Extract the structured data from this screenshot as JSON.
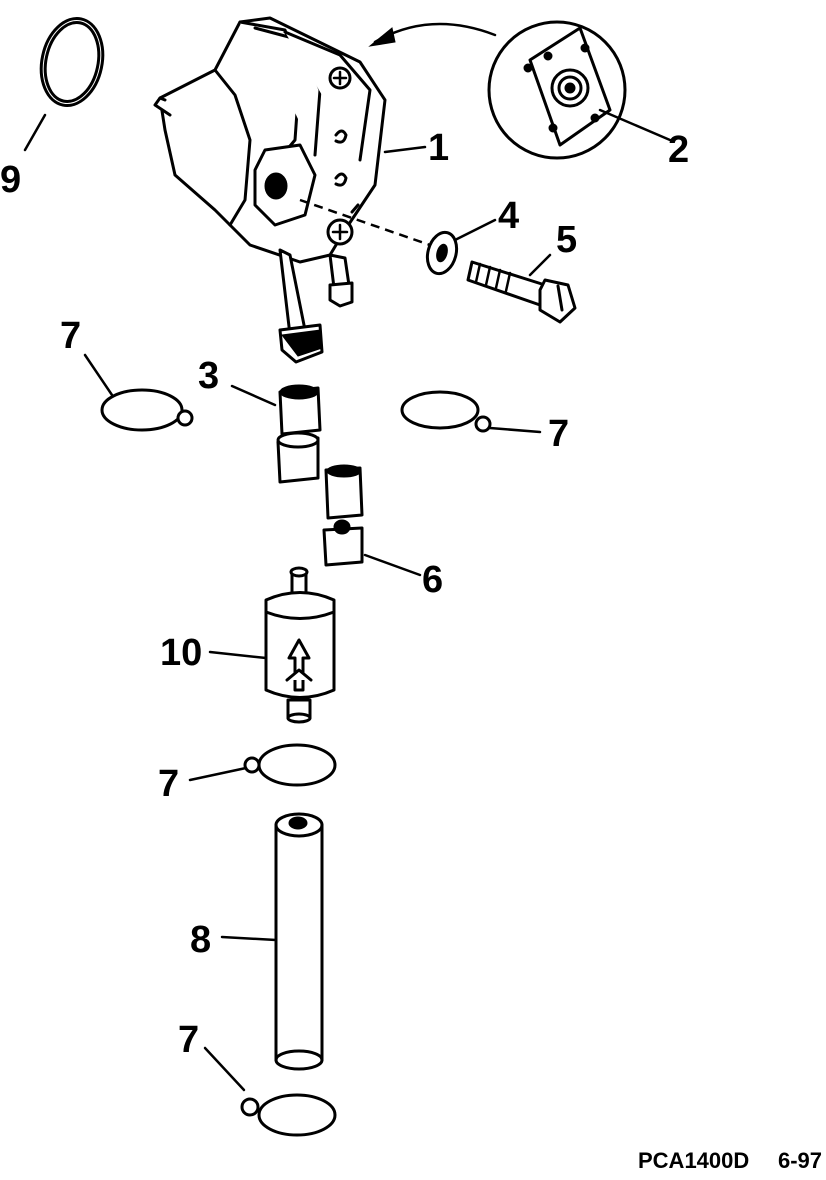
{
  "callouts": {
    "c1": "1",
    "c2": "2",
    "c3": "3",
    "c4": "4",
    "c5": "5",
    "c6": "6",
    "c7a": "7",
    "c7b": "7",
    "c7c": "7",
    "c7d": "7",
    "c8": "8",
    "c9": "9",
    "c10": "10"
  },
  "footer": {
    "code": "PCA1400D",
    "date": "6-97"
  }
}
